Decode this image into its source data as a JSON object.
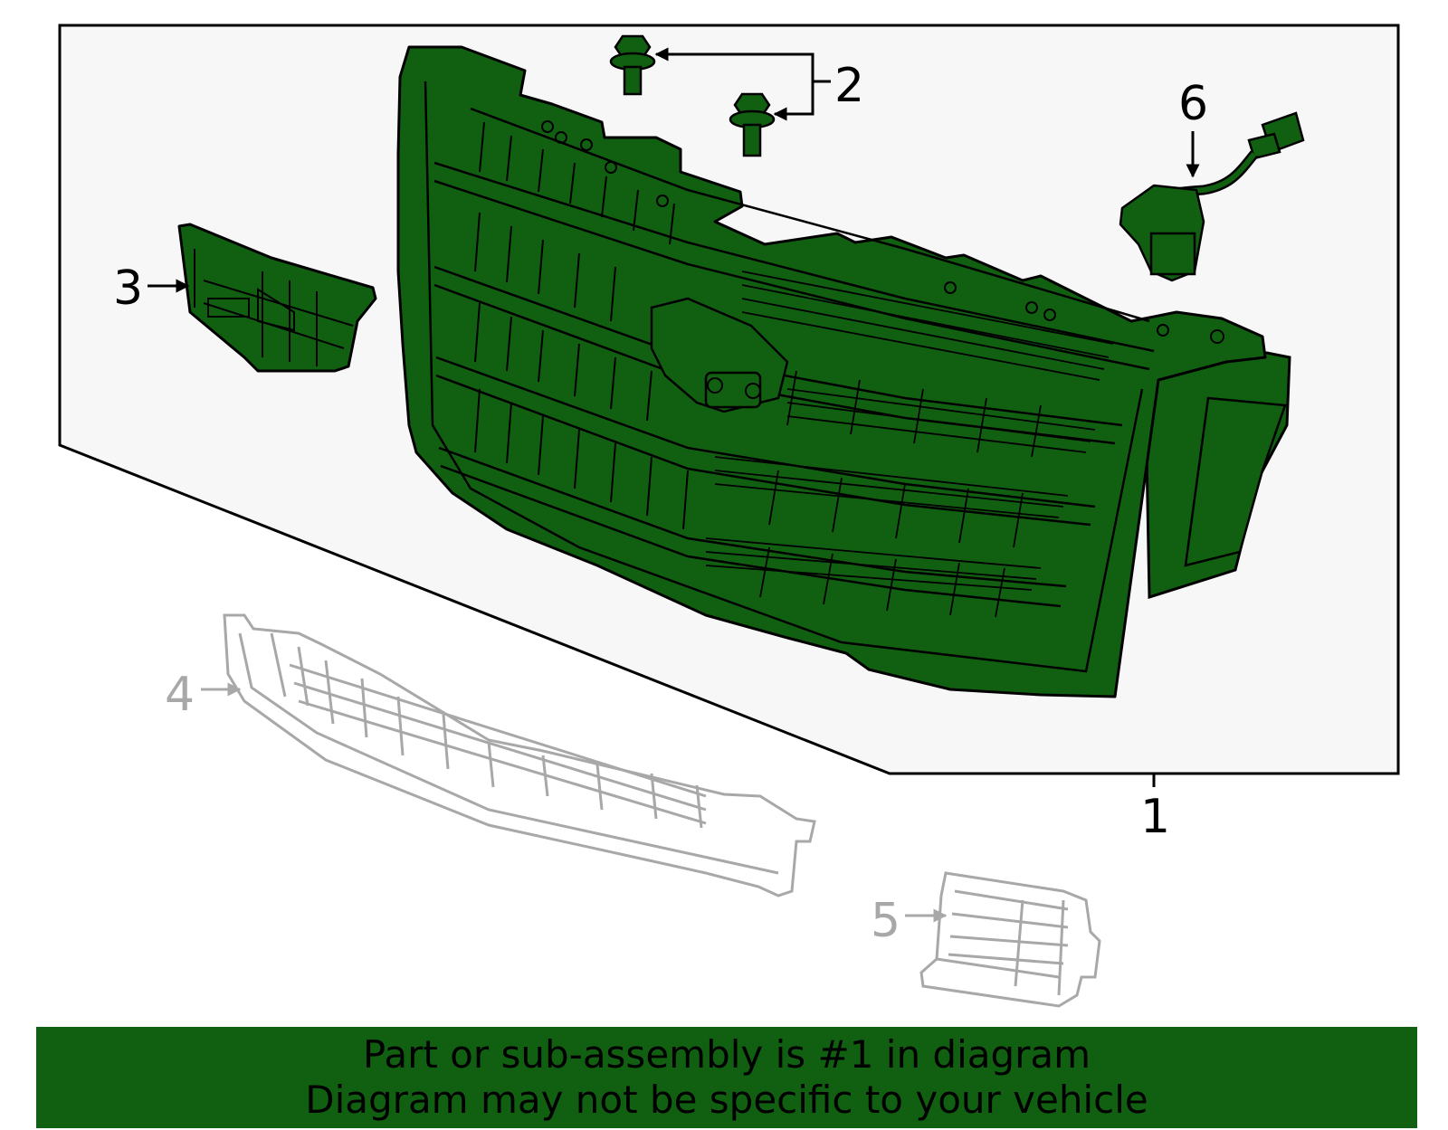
{
  "colors": {
    "highlight": "#116011",
    "outline": "#000000",
    "ghost": "#a8a8a8",
    "panel": "#f7f7f7"
  },
  "callouts": {
    "c1": "1",
    "c2": "2",
    "c3": "3",
    "c4": "4",
    "c5": "5",
    "c6": "6"
  },
  "notice": {
    "line1": "Part or sub-assembly is #1 in diagram",
    "line2": "Diagram may not be specific to your vehicle"
  }
}
